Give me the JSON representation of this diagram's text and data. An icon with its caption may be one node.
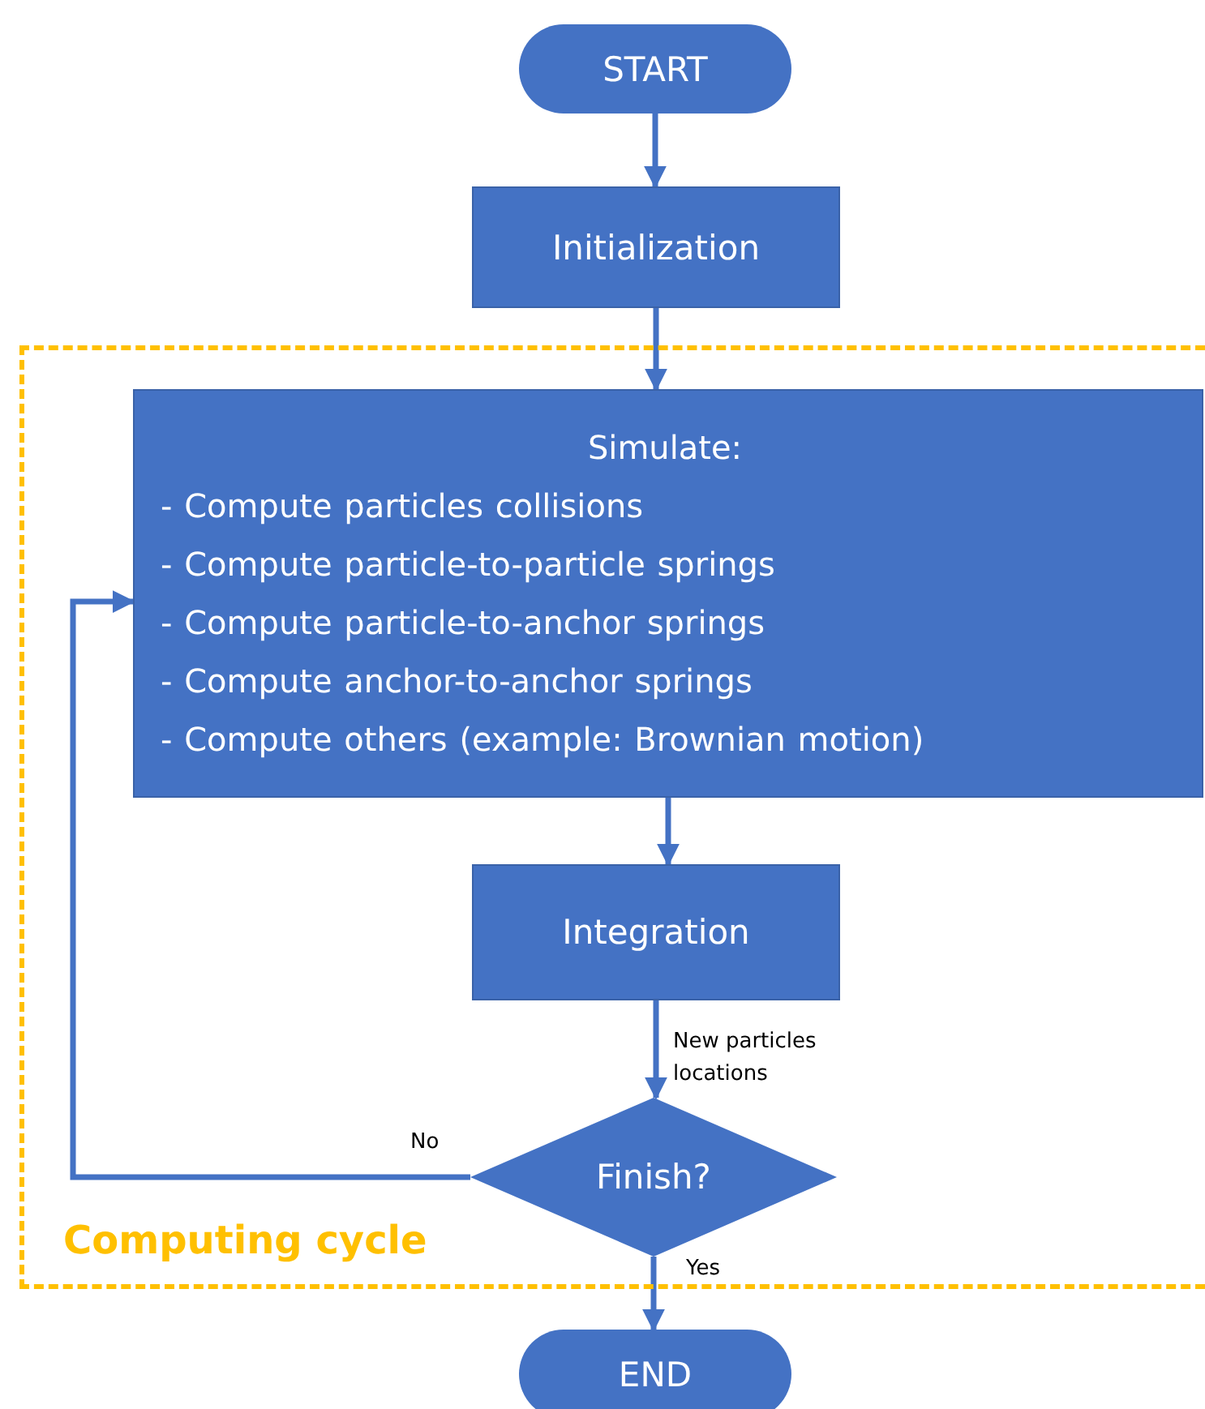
{
  "diagram": {
    "nodes": [
      {
        "text": [
          "START"
        ]
      },
      {
        "text": [
          "Initialization"
        ]
      },
      {
        "text": [
          "Computing cycle"
        ]
      },
      {
        "text": [
          "Simulate:",
          "- Compute particles collisions",
          "- Compute particle-to-particle springs",
          "- Compute particle-to-anchor springs",
          "- Compute anchor-to-anchor springs",
          "- Compute others (example: Brownian motion)"
        ],
        "in": 2
      },
      {
        "text": [
          "Integration"
        ],
        "in": 2
      },
      {
        "text": [
          "Finish?"
        ],
        "in": 2
      },
      {
        "text": [
          "END"
        ]
      }
    ],
    "edges": [
      {
        "from": 0,
        "to": 1,
        "arrow": "to"
      },
      {
        "from": 1,
        "to": 3,
        "arrow": "to"
      },
      {
        "from": 3,
        "to": 4,
        "arrow": "to"
      },
      {
        "from": 4,
        "to": 5,
        "arrow": "to",
        "label": "New particles locations"
      },
      {
        "from": 5,
        "to": 3,
        "arrow": "to",
        "label": "No"
      },
      {
        "from": 5,
        "to": 6,
        "arrow": "to",
        "label": "Yes"
      }
    ]
  }
}
